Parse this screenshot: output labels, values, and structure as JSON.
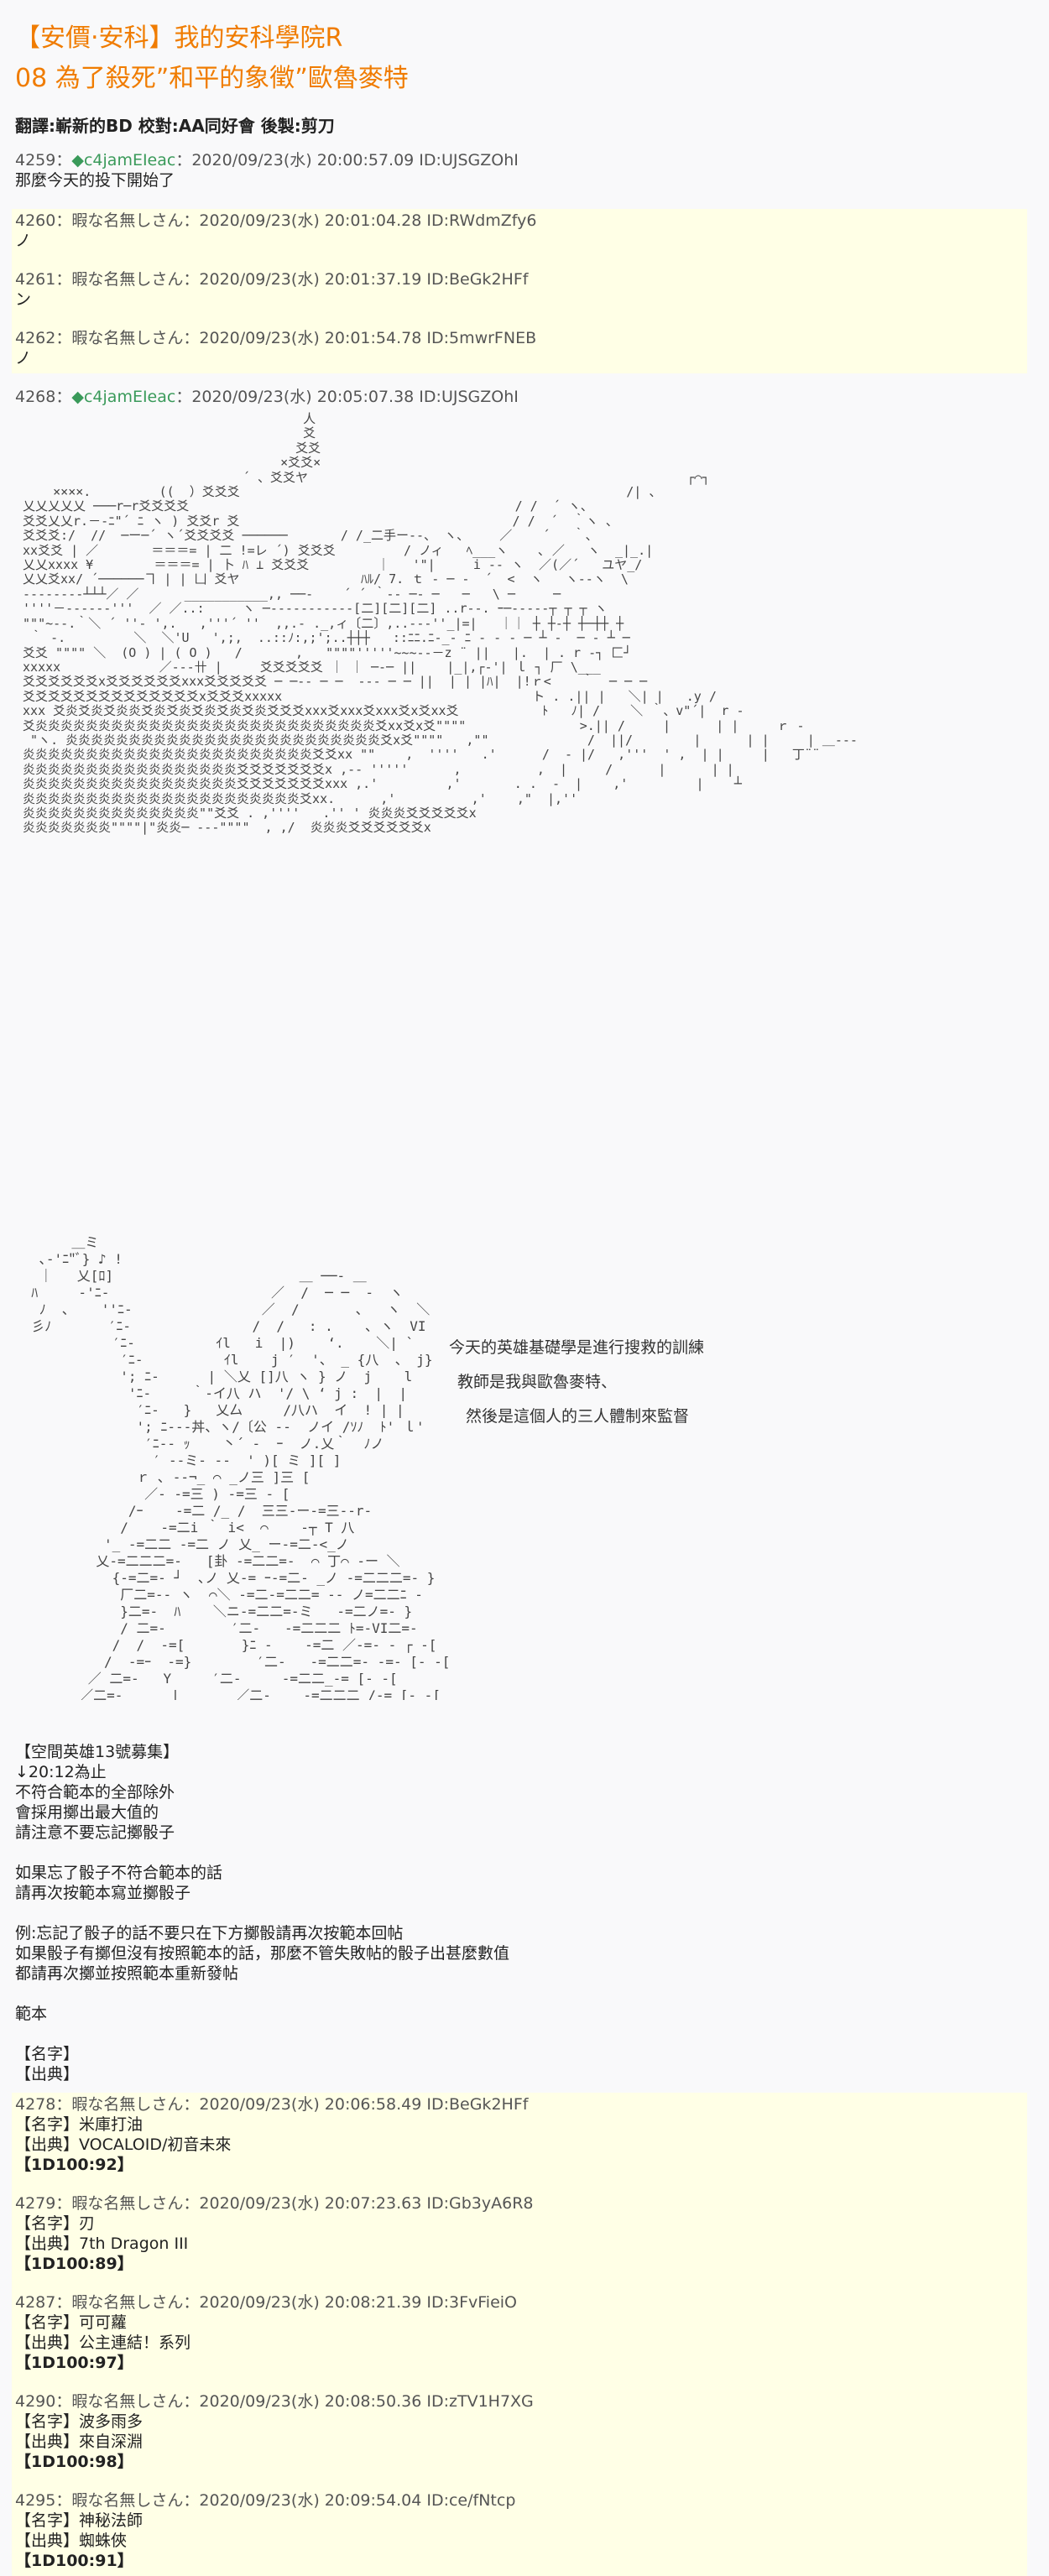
{
  "title": {
    "line1": "【安價‧安科】我的安科學院R",
    "line2": "08 為了殺死”和平的象徵”歐魯麥特"
  },
  "credits": "翻譯:嶄新的BD 校對:AA同好會 後製:剪刀",
  "posts_top": [
    {
      "num": "4259",
      "sep": "：",
      "trip": "◆c4jamEIeac",
      "meta": "：2020/09/23(水) 20:00:57.09 ID:UJSGZOhI",
      "body": "那麼今天的投下開始了",
      "hl": false
    },
    {
      "num": "4260",
      "sep": "：",
      "name": "暇な名無しさん",
      "meta": "：2020/09/23(水) 20:01:04.28 ID:RWdmZfy6",
      "body": "ノ",
      "hl": true
    },
    {
      "num": "4261",
      "sep": "：",
      "name": "暇な名無しさん",
      "meta": "：2020/09/23(水) 20:01:37.19 ID:BeGk2HFf",
      "body": "ン",
      "hl": true
    },
    {
      "num": "4262",
      "sep": "：",
      "name": "暇な名無しさん",
      "meta": "：2020/09/23(水) 20:01:54.78 ID:5mwrFNEB",
      "body": "ノ",
      "hl": true
    }
  ],
  "post_main": {
    "num": "4268",
    "sep": "：",
    "trip": "◆c4jamEIeac",
    "meta": "：2020/09/23(水) 20:05:07.38 ID:UJSGZOhI"
  },
  "aa_castle": "                                      人\n                                      爻\n                                     爻爻\n                                   ×爻爻×\n                              ´ 、爻爻ヤ                                                  ┌⌒┐\n     ××××.         ((  ）爻爻爻                                                   /| 、\n 乂乂乂乂乂 ───r─r爻爻爻爻                                           / /  ´ ヽ、\n 爻爻乂乂r.－‐ﾆ\"´ ﾆ ヽ ) 爻爻r 爻                                    / /  ´  ｀ヽ 、\n 爻爻爻:/  //  ─ー─´ ヽ´爻爻爻爻 ──────       / /_二手ー‐‐、 ヽ、    ／    ´   ｀、\n xx爻爻 | ／       ＝＝＝= | 二 !=レ ´) 爻爻爻         / ノィ   ﾍ___ヽ    ､ ／   ヽ  _|_.|\n 乂乂xxxx ¥        ＝＝＝= | 卜 ﾊ ⊥ 爻爻爻         ｜   '\"|     i -‐ ヽ  ／(／´   ユヤ_/\n 乂乂爻xx/ ´──────ヿ | | 凵 爻ヤ                ﾊﾙ/ 7. ｔ ‐ ─ ‐  ´  <  ヽ   ヽ-‐ヽ  \\\n ‐‐‐‐‐‐‐‐┴┴┴／ ／      ___________,, ──‐    ´ ´ ｀‐‐ ─‐ ─   ─   \\ ─     ─\n ''''－‐‐‐‐‐‐'''  ／ ／..:     ヽ ─‐‐‐‐‐‐‐‐‐‐‐[二][二][二] ..r‐‐. ｰ─‐‐‐‐‐┬ ┬ ┬ ヽ\n \"\"\"~--.｀＼ ´ ''‐ ',.   ,'''´ ''  ,,.- ._,ィ〔二〕,..-‐‐''_|=|   ｜｜ ┼ ┼‐┼ ┼─┼┼ ┼\n  ｀ ‐.         ＼  ＼'U   ',;,  ..::ﾉ:,;';..┼┼┼   ::ﾆﾆ.ﾆ‐_‐ ﾆ ‐ ‐ ‐ ─ ┴ ‐  ─ ‐ ┴ ─\n 爻爻 \"\"\"\" ＼  (O ) | ( O )   /       ,   \"\"\"\"'''''~~~‐‐－z ¨ ||   |.  | . r ‐┐ 匚┘\n xxxxx             ／‐‐‐卄 |     爻爻爻爻爻 ｜ ｜ ─‐─ ||    |_|,┌‐'| ｌ ┐ 厂 \\___\n 爻爻爻爻爻爻x爻爻爻爻爻爻xxx爻爻爻爻爻 ─ ─‐‐ ─ ─  ‐‐‐ ─ ─ ||  | | |ﾊ|  |!ｒ<    ｀  ─ ─ ─\n 爻爻爻爻爻爻爻爻爻爻爻爻爻爻x爻爻爻xxxxx                                 ト . .|| |   ＼| |   .y /\n xxx 爻炎爻炎爻炎炎爻炎爻炎爻炎爻炎爻炎爻爻爻xxx爻xxx爻xxx爻x爻xx爻           ﾄ   ﾉ| /    ＼ ｀、v\"´|  r ‐\n 爻炎炎炎炎炎炎炎炎炎炎炎炎炎炎炎炎炎炎炎炎炎炎炎炎炎炎炎爻xx爻x爻\"\"\"\"               >.|| /     |      | |     ｒ ‐\n  \"ヽ. 炎炎炎炎炎炎炎炎炎炎炎炎炎炎炎炎炎炎炎炎炎炎炎炎炎爻x爻\"\"\"\"   ,\"\"             /  ||/        |      | |     | ＿‐‐‐\n 炎炎炎炎炎炎炎炎炎炎炎炎炎炎炎炎炎炎炎炎炎炎炎爻爻xx \"\"    ,  ''''   .'      /  ‐ |/   ,'''  ' ,  | |     |   丁¨¨\n 炎炎炎炎炎炎炎炎炎炎炎炎炎炎炎炎炎爻爻爻爻爻爻爻x ,‐‐ '''''      ,          ,  |     /      |      | |\n 炎炎炎炎炎炎炎炎炎炎炎炎炎炎炎炎炎爻爻爻爻爻爻爻xxx ,.'         ,'       . .  ‐  |    ,'         |    ┴\n 炎炎炎炎炎炎炎炎炎炎炎炎炎炎炎炎炎炎炎炎炎炎爻xx.      ,'          ,'    ,\"  |,''\n 炎炎炎炎炎炎炎炎炎炎炎炎炎炎\"\"爻爻 . ,''''   .'' ' 炎炎炎爻爻爻爻爻x\n 炎炎炎炎炎炎炎\"\"\"\"|\"炎炎─ ‐‐‐\"\"\"\"  , ,/  炎炎炎爻爻爻爻爻爻x",
  "aa_oldman": "       ＿ミ\n   ､‐'ﾆ\"ﾞ} ♪ !\n   ｜   乂[ﾛ]                       ＿ ──‐ ＿\n  ﾊ     ‐'ﾆ‐                    ／  /  ─ ─  ‐  ヽ\n   ﾉ  ､    ''ﾆ‐                ／  /       ､   ヽ  ＼\n  彡ﾉ       ′ﾆ‐               /  /   : .    ､ ヽ  VI\n            ′ﾆ‐          ｲl   i  |)    ‘.    ＼| `\n             ′ﾆ‐          ｲl    j ′  '、 _ {八  、 j}\n             '; ﾆ‐      | ＼乂 []八 ヽ } ノ  j    l\n              'ﾆ‐     ｀‐イ八 ハ  '/ \\ ‘ j :  |  |\n               ′ﾆ‐   }   乂厶     /八ハ  イ  ! | |\n               '; ﾆ‐-‐丼、ヽ/〔公 ‐‐  ノイ /ｿﾉ  ﾄ' ｌ'\n                ′ﾆ‐- ｯ    丶´ -  ｰ  ノ.乂｀  ﾉノ\n                 ′ -‐ミ- ‐‐  ' )[ ミ ][ ]\n               ｒ ､ ‐‐¬_ ⌒ _ノ三 ]三 [\n                ／‐ -=三 ) ‐=三 ‐ [\n              /ｰ    ‐=二 /_ /  三三‐ー‐=三‐‐r‐\n             /    ‐=二i ｀ i<  ⌒    ‐┬ T 八\n           '_ ‐=二二 ‐=二 ノ 乂_ ー‐=二‐<_ノ\n          乂‐=二二二=‐   [卦 ‐=二二=‐  ⌒ 丁⌒ ‐ー ＼\n            {‐=二=‐ ┘  ､ノ 乂‐= ｰ‐=二‐ _ノ ‐=二二二=‐ }\n             厂二=‐‐ ヽ  ⌒＼ ‐=二‐=二二= ‐‐ ノ=二二ﾆ ‐\n             }二=‐  ﾊ    ＼ニ‐=二二=‐ミ   ‐=二ノ=‐ }\n             / 二=‐        ′二‐   ‐=二二二 ﾄ=‐VI二=‐\n            /  /  ‐=[       }ﾆ ‐    ‐=二 ／‐=‐ ‐ ┌ ‐[\n           /  ‐=ｰ  ‐=}        ′二‐   ‐=二二=‐ ‐=‐ [‐ ‐[\n         ／ 二=‐   Y     ′二‐     ‐=二二_‐= [‐ ‐[\n        ／二=‐      |       ／二‐    ‐=二二二 /‐= [‐ ‐[",
  "narration": {
    "line1": "今天的英雄基礎學是進行搜救的訓練",
    "line2": "教師是我與歐魯麥特、",
    "line3": "然後是這個人的三人體制來監督"
  },
  "rules": "【空間英雄13號募集】\n↓20:12為止\n不符合範本的全部除外\n會採用擲出最大值的\n請注意不要忘記擲骰子\n\n如果忘了骰子不符合範本的話\n請再次按範本寫並擲骰子\n\n例:忘記了骰子的話不要只在下方擲骰請再次按範本回帖\n如果骰子有擲但沒有按照範本的話，那麼不管失敗帖的骰子出甚麼數值\n都請再次擲並按照範本重新發帖\n\n範本\n\n【名字】\n【出典】",
  "entries": [
    {
      "num": "4278",
      "sep": "：",
      "name": "暇な名無しさん",
      "meta": "：2020/09/23(水) 20:06:58.49 ID:BeGk2HFf",
      "name_line": "【名字】米庫打油",
      "src_line": "【出典】VOCALOID/初音未來",
      "dice": "【1D100:92】",
      "red": false
    },
    {
      "num": "4279",
      "sep": "：",
      "name": "暇な名無しさん",
      "meta": "：2020/09/23(水) 20:07:23.63 ID:Gb3yA6R8",
      "name_line": "【名字】刃",
      "src_line": "【出典】7th Dragon III",
      "dice": "【1D100:89】",
      "red": false
    },
    {
      "num": "4287",
      "sep": "：",
      "name": "暇な名無しさん",
      "meta": "：2020/09/23(水) 20:08:21.39 ID:3FvFieiO",
      "name_line": "【名字】可可蘿",
      "src_line": "【出典】公主連結！系列",
      "dice": "【1D100:97】",
      "red": false
    },
    {
      "num": "4290",
      "sep": "：",
      "name": "暇な名無しさん",
      "meta": "：2020/09/23(水) 20:08:50.36 ID:zTV1H7XG",
      "name_line": "【名字】波多雨多",
      "src_line": "【出典】來自深淵",
      "dice": "【1D100:98】",
      "red": true
    },
    {
      "num": "4295",
      "sep": "：",
      "name": "暇な名無しさん",
      "meta": "：2020/09/23(水) 20:09:54.04 ID:ce/fNtcp",
      "name_line": "【名字】神秘法師",
      "src_line": "【出典】蜘蛛俠",
      "dice": "【1D100:91】",
      "red": false
    }
  ],
  "colors": {
    "accent": "#f07c00",
    "highlight_bg": "#ffffe6",
    "trip": "#3a9a5a",
    "winner": "#e03030"
  }
}
